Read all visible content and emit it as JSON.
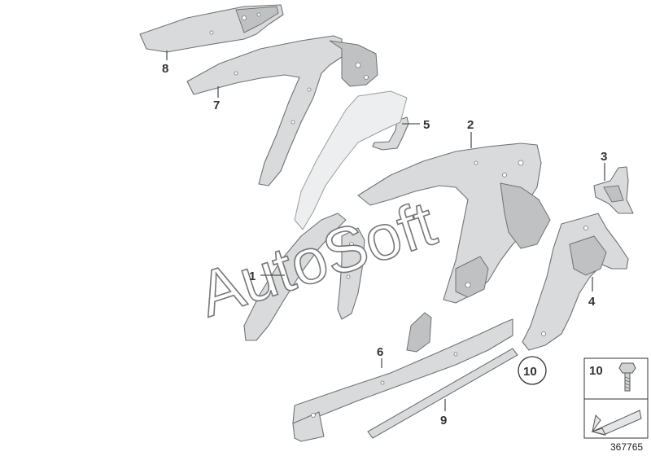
{
  "diagram": {
    "callouts": [
      {
        "id": "1",
        "label": "1"
      },
      {
        "id": "2",
        "label": "2"
      },
      {
        "id": "3",
        "label": "3"
      },
      {
        "id": "4",
        "label": "4"
      },
      {
        "id": "5",
        "label": "5"
      },
      {
        "id": "6",
        "label": "6"
      },
      {
        "id": "7",
        "label": "7"
      },
      {
        "id": "8",
        "label": "8"
      },
      {
        "id": "9",
        "label": "9"
      },
      {
        "id": "10",
        "label": "10"
      }
    ],
    "watermark": "AutoSoft",
    "legend": {
      "item_number": "10"
    },
    "reference_number": "367765"
  },
  "colors": {
    "part_fill": "#d9dadb",
    "part_outline": "#6f7275",
    "callout_text": "#333333"
  }
}
